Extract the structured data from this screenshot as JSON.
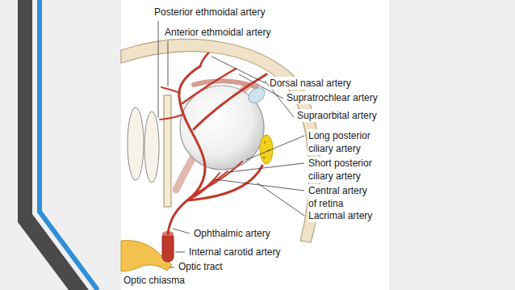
{
  "diagram": {
    "labels": [
      "Posterior ethmoidal artery",
      "Anterior ethmoidal artery",
      "Dorsal nasal artery",
      "Supratrochlear artery",
      "Supraorbital artery",
      "Long posterior ciliary artery",
      "Short posterior ciliary artery",
      "Central artery of retina",
      "Lacrimal artery",
      "Ophthalmic artery",
      "Internal carotid artery",
      "Optic tract",
      "Optic chiasma"
    ]
  }
}
